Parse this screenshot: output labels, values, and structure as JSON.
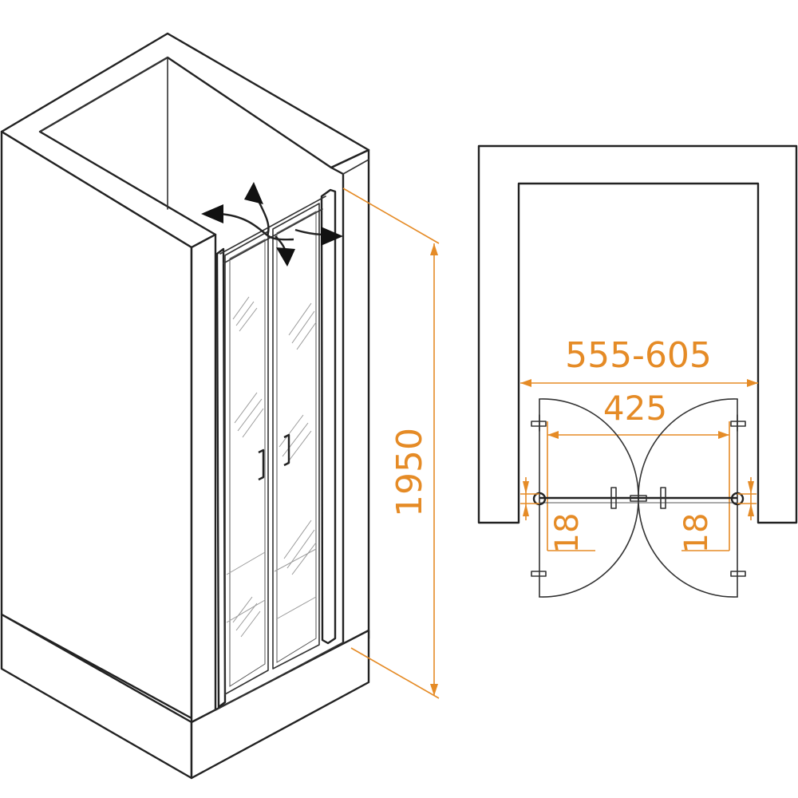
{
  "dimensions": {
    "height": "1950",
    "opening_width": "555-605",
    "door_width": "425",
    "left_offset": "18",
    "right_offset": "18"
  },
  "colors": {
    "dimension": "#e58b26",
    "line": "#222222",
    "background": "#ffffff"
  },
  "icons": [
    "swing-arrow-icon",
    "door-handle-icon",
    "hinge-icon"
  ]
}
